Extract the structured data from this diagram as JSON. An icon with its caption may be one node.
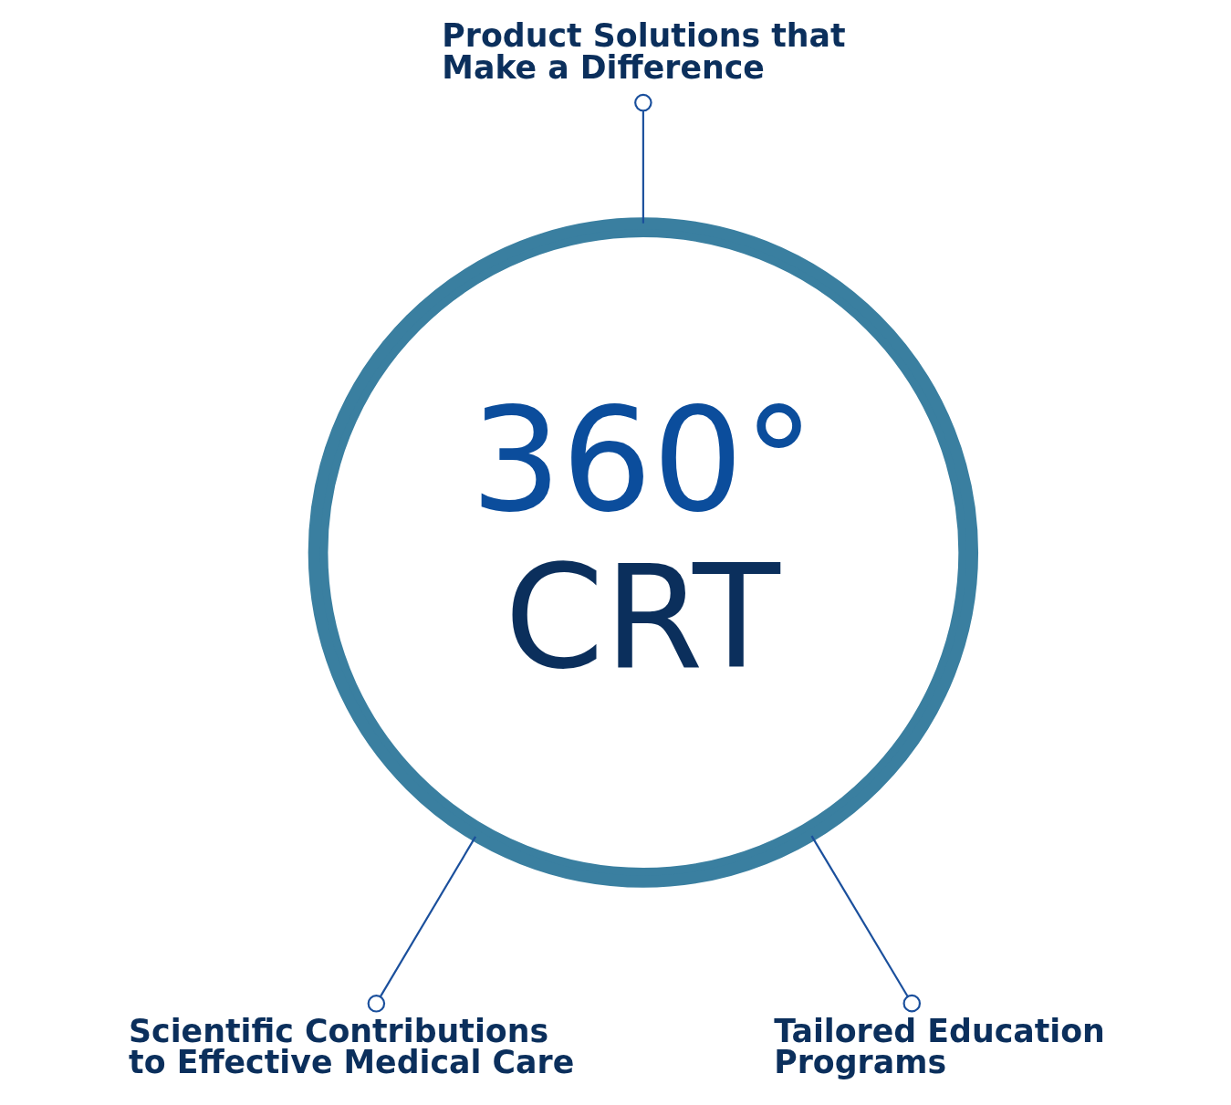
{
  "diagram": {
    "nodes": [
      {
        "text": [
          "Product Solutions that Make a Difference"
        ]
      },
      {
        "text": [
          "360°",
          "CRT"
        ]
      },
      {
        "text": [
          "Scientific Contributions to Effective Medical Care"
        ]
      },
      {
        "text": [
          "Tailored Education Programs"
        ]
      }
    ],
    "edges": [
      {
        "from": 0,
        "to": 1,
        "arrow": "other"
      },
      {
        "from": 2,
        "to": 1,
        "arrow": "other"
      },
      {
        "from": 3,
        "to": 1,
        "arrow": "other"
      }
    ]
  }
}
